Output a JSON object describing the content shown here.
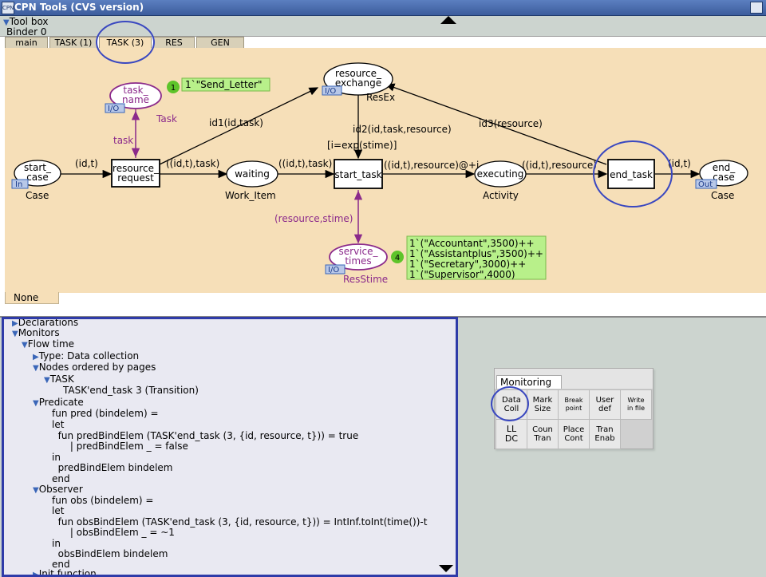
{
  "window": {
    "title": "CPN Tools (CVS version)",
    "app_icon": "CPN"
  },
  "toolbox": {
    "label": "Tool box"
  },
  "binder": {
    "label": "Binder 0"
  },
  "tabs": [
    "main",
    "TASK (1)",
    "TASK (3)",
    "RES",
    "GEN"
  ],
  "active_tab": "TASK (3)",
  "bottom_tab": "None",
  "net": {
    "places": {
      "start_case": {
        "name": "start_\ncase",
        "type": "Case",
        "port": "In"
      },
      "task_name": {
        "name": "task_\nname",
        "type": "Task",
        "port": "I/O"
      },
      "waiting": {
        "name": "waiting",
        "type": "Work_Item"
      },
      "resource_exchange": {
        "name": "resource_\nexchange",
        "type": "ResEx",
        "port": "I/O"
      },
      "executing": {
        "name": "executing",
        "type": "Activity"
      },
      "end_case": {
        "name": "end_\ncase",
        "type": "Case",
        "port": "Out"
      },
      "service_times": {
        "name": "service_\ntimes",
        "type": "ResStime",
        "port": "I/O"
      }
    },
    "transitions": {
      "resource_request": "resource_\nrequest",
      "start_task": "start_task",
      "end_task": "end_task"
    },
    "guard": "[i=exp(stime)]",
    "arcs": {
      "a1": "(id,t)",
      "a2": "((id,t),task)",
      "a3": "((id,t),task)",
      "a4": "((id,t),resource)@+i",
      "a5": "((id,t),resource)",
      "a6": "(id,t)",
      "task": "task",
      "id1": "id1(id,task)",
      "id2": "id2(id,task,resource)",
      "id3": "id3(resource)",
      "rs": "(resource,stime)"
    },
    "marking_task": {
      "count": "1",
      "value": "1`\"Send_Letter\""
    },
    "marking_service": {
      "count": "4",
      "lines": [
        "1`(\"Accountant\",3500)++",
        "1`(\"Assistantplus\",3500)++",
        "1`(\"Secretary\",3000)++",
        "1`(\"Supervisor\",4000)"
      ]
    }
  },
  "declarations": {
    "rows": [
      {
        "caret": "▶",
        "text": "Declarations"
      },
      {
        "caret": "▼",
        "text": "Monitors"
      },
      {
        "caret": "▼",
        "text": "Flow time"
      },
      {
        "caret": "▶",
        "text": "Type: Data collection"
      },
      {
        "caret": "▼",
        "text": "Nodes ordered by pages"
      },
      {
        "caret": "▼",
        "text": "TASK"
      },
      {
        "caret": "",
        "text": "TASK'end_task 3 (Transition)"
      },
      {
        "caret": "▼",
        "text": "Predicate"
      },
      {
        "caret": "",
        "text": "fun pred (bindelem) ="
      },
      {
        "caret": "",
        "text": "let"
      },
      {
        "caret": "",
        "text": "  fun predBindElem (TASK'end_task (3, {id, resource, t})) = true"
      },
      {
        "caret": "",
        "text": "      | predBindElem _ = false"
      },
      {
        "caret": "",
        "text": "in"
      },
      {
        "caret": "",
        "text": "  predBindElem bindelem"
      },
      {
        "caret": "",
        "text": "end"
      },
      {
        "caret": "▼",
        "text": "Observer"
      },
      {
        "caret": "",
        "text": "fun obs (bindelem) ="
      },
      {
        "caret": "",
        "text": "let"
      },
      {
        "caret": "",
        "text": "  fun obsBindElem (TASK'end_task (3, {id, resource, t})) = IntInf.toInt(time())-t"
      },
      {
        "caret": "",
        "text": "      | obsBindElem _ = ~1"
      },
      {
        "caret": "",
        "text": "in"
      },
      {
        "caret": "",
        "text": "  obsBindElem bindelem"
      },
      {
        "caret": "",
        "text": "end"
      },
      {
        "caret": "▶",
        "text": "Init function"
      }
    ]
  },
  "monitoring": {
    "title": "Monitoring",
    "tools": [
      "Data\nColl",
      "Mark\nSize",
      "Break\npoint",
      "User\ndef",
      "Write\nin file",
      "LL\nDC",
      "Coun\nTran",
      "Place\nCont",
      "Tran\nEnab"
    ]
  },
  "colors": {
    "canvas": "#f6dfb8",
    "place_border": "#000000",
    "fusion_port": "#8b2a8b",
    "marking_green": "#b8f08a",
    "token_dot": "#5ec42a",
    "annotation_blue": "#3a48c0"
  }
}
